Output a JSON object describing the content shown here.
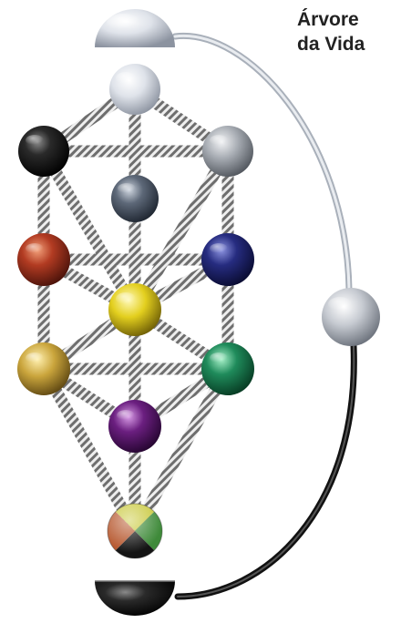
{
  "title_line1": "Árvore",
  "title_line2": "da Vida",
  "spheres": [
    {
      "name": "sphere-top-white",
      "color": "#d9dde6"
    },
    {
      "name": "sphere-black",
      "color": "#1a1a1a"
    },
    {
      "name": "sphere-gray",
      "color": "#9aa0a6"
    },
    {
      "name": "sphere-hidden-slate",
      "color": "#556070"
    },
    {
      "name": "sphere-red",
      "color": "#b03a22"
    },
    {
      "name": "sphere-blue",
      "color": "#232a7a"
    },
    {
      "name": "sphere-yellow-center",
      "color": "#e2cf1e"
    },
    {
      "name": "sphere-gold",
      "color": "#c9a43a"
    },
    {
      "name": "sphere-green",
      "color": "#1f8a5a"
    },
    {
      "name": "sphere-purple",
      "color": "#6a1e7e"
    },
    {
      "name": "sphere-quartered-base",
      "color": "#9aa63a"
    },
    {
      "name": "sphere-arc-silver",
      "color": "#c4c8cf"
    },
    {
      "name": "hemisphere-top-white",
      "color": "#d9dde6"
    },
    {
      "name": "hemisphere-bottom-black",
      "color": "#111111"
    }
  ]
}
